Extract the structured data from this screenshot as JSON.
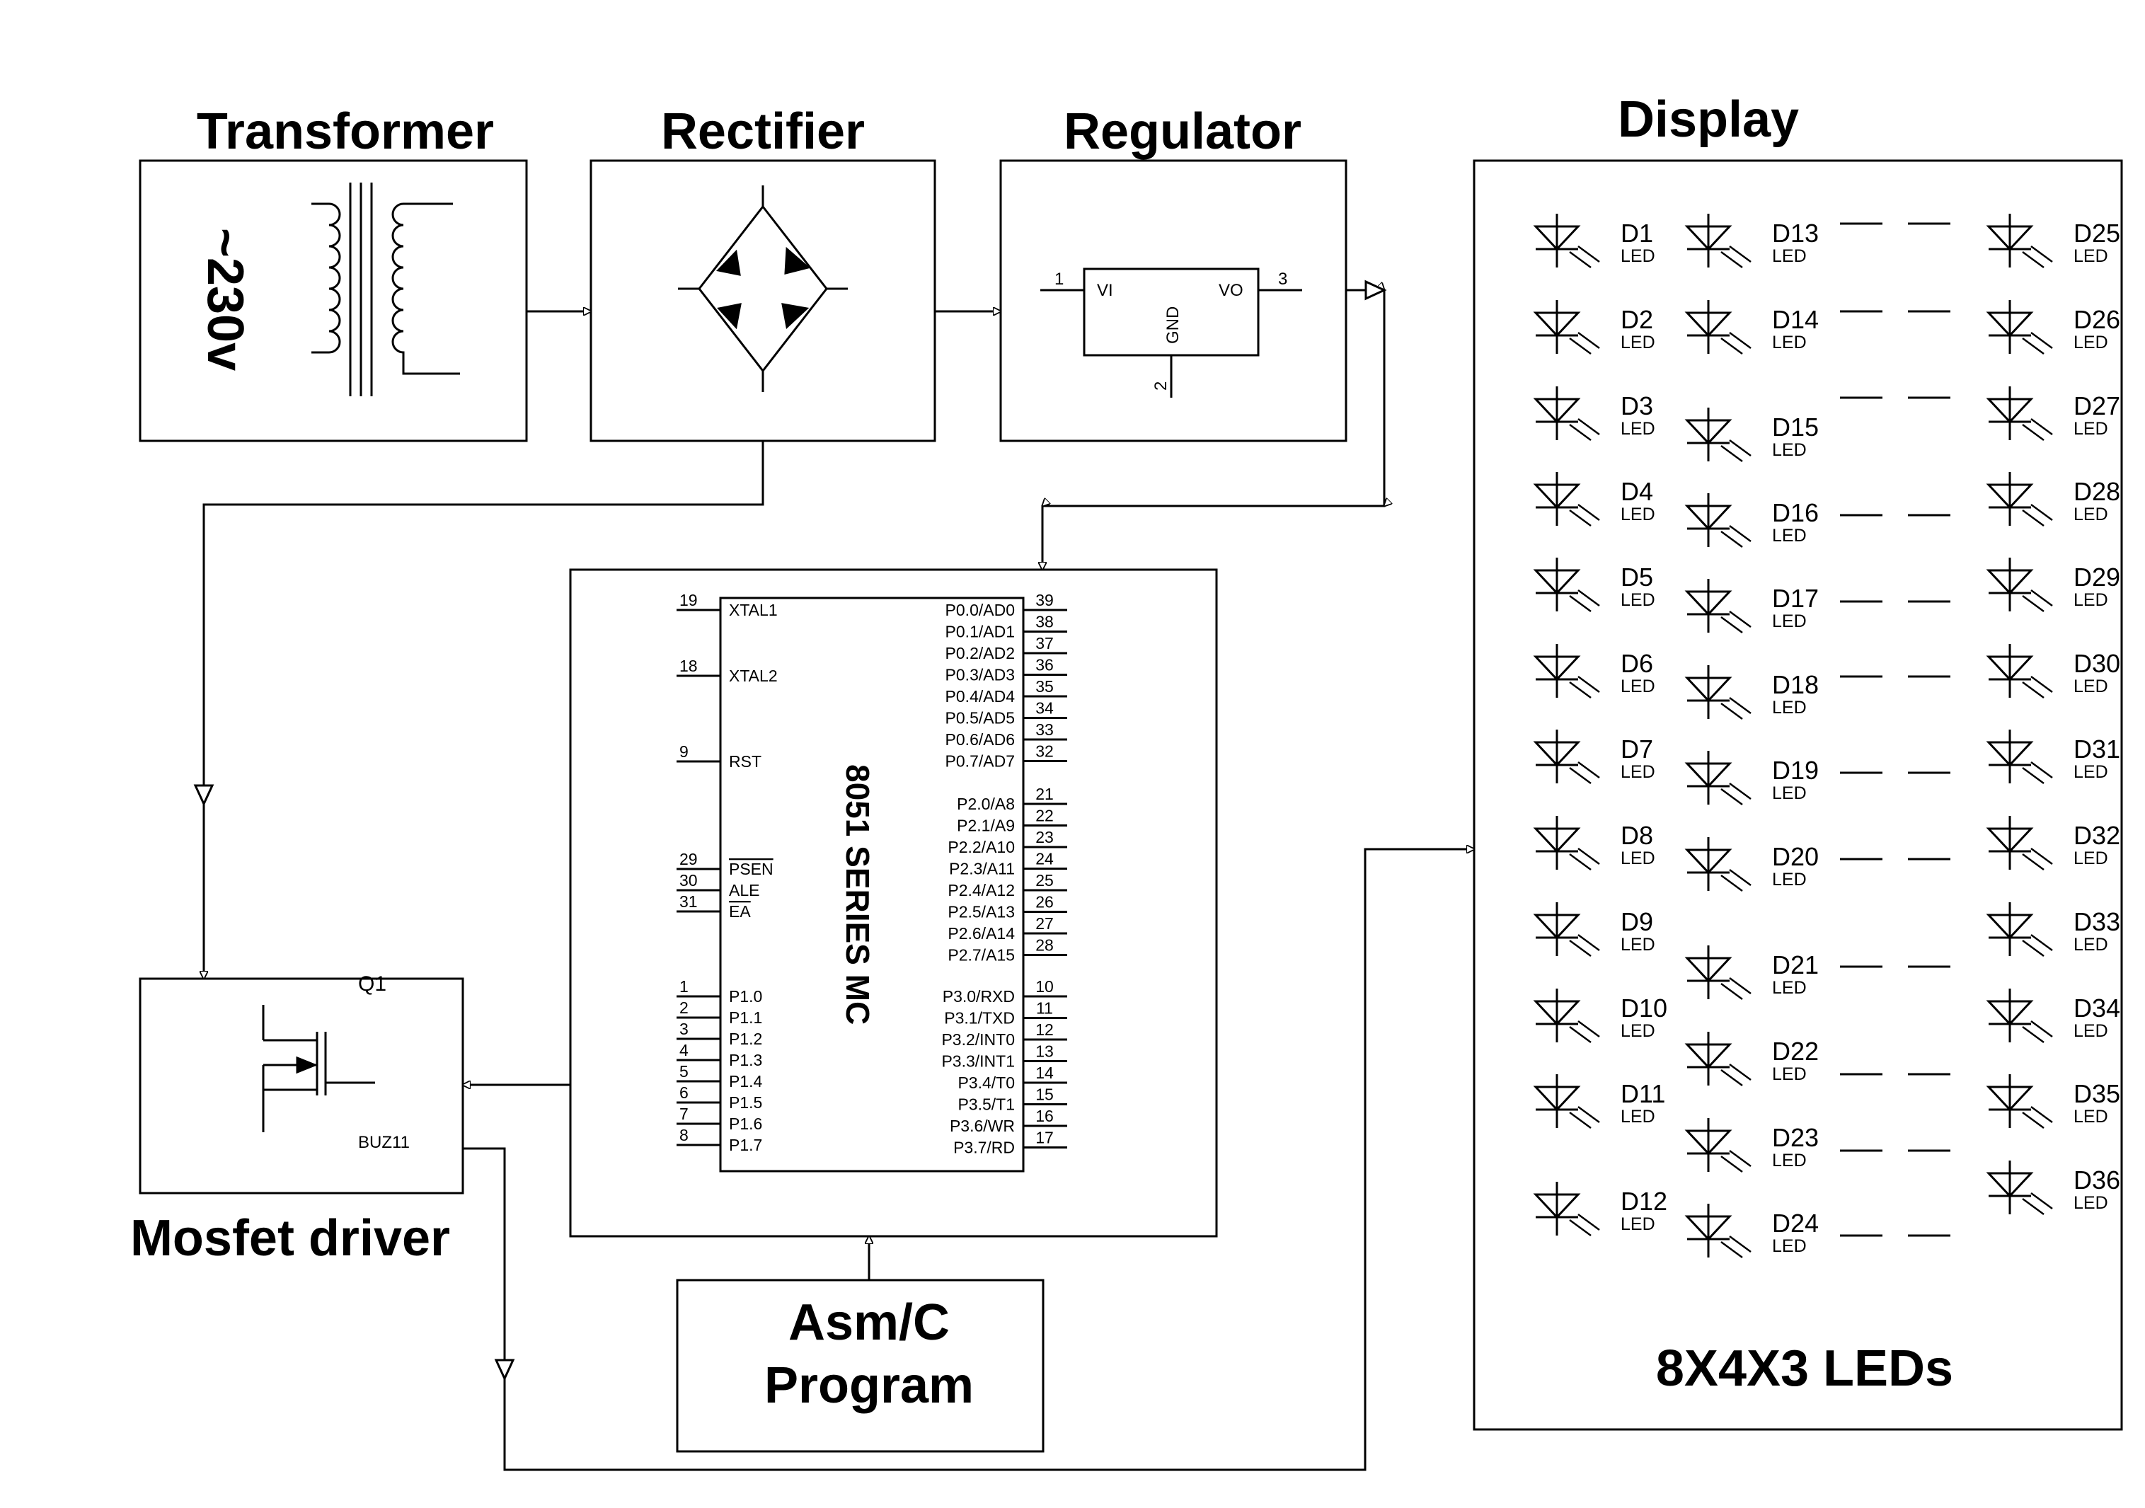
{
  "blocks": {
    "transformer": {
      "title": "Transformer",
      "voltage": "~230v"
    },
    "rectifier": {
      "title": "Rectifier"
    },
    "regulator": {
      "title": "Regulator",
      "pin_vi": "VI",
      "pin_vo": "VO",
      "pin_gnd": "GND",
      "pin1": "1",
      "pin2": "2",
      "pin3": "3"
    },
    "display": {
      "title": "Display",
      "caption": "8X4X3 LEDs"
    },
    "mosfet": {
      "title": "Mosfet driver",
      "ref": "Q1",
      "part": "BUZ11"
    },
    "mcu": {
      "label": "8051 SERIES MC"
    },
    "program": {
      "line1": "Asm/C",
      "line2": "Program"
    }
  },
  "mcu_left_pins": [
    {
      "num": "19",
      "name": "XTAL1"
    },
    {
      "num": "18",
      "name": "XTAL2"
    },
    {
      "num": "9",
      "name": "RST"
    },
    {
      "num": "29",
      "name": "PSEN"
    },
    {
      "num": "30",
      "name": "ALE"
    },
    {
      "num": "31",
      "name": "EA"
    },
    {
      "num": "1",
      "name": "P1.0"
    },
    {
      "num": "2",
      "name": "P1.1"
    },
    {
      "num": "3",
      "name": "P1.2"
    },
    {
      "num": "4",
      "name": "P1.3"
    },
    {
      "num": "5",
      "name": "P1.4"
    },
    {
      "num": "6",
      "name": "P1.5"
    },
    {
      "num": "7",
      "name": "P1.6"
    },
    {
      "num": "8",
      "name": "P1.7"
    }
  ],
  "mcu_right_pins": [
    {
      "num": "39",
      "name": "P0.0/AD0"
    },
    {
      "num": "38",
      "name": "P0.1/AD1"
    },
    {
      "num": "37",
      "name": "P0.2/AD2"
    },
    {
      "num": "36",
      "name": "P0.3/AD3"
    },
    {
      "num": "35",
      "name": "P0.4/AD4"
    },
    {
      "num": "34",
      "name": "P0.5/AD5"
    },
    {
      "num": "33",
      "name": "P0.6/AD6"
    },
    {
      "num": "32",
      "name": "P0.7/AD7"
    },
    {
      "num": "21",
      "name": "P2.0/A8"
    },
    {
      "num": "22",
      "name": "P2.1/A9"
    },
    {
      "num": "23",
      "name": "P2.2/A10"
    },
    {
      "num": "24",
      "name": "P2.3/A11"
    },
    {
      "num": "25",
      "name": "P2.4/A12"
    },
    {
      "num": "26",
      "name": "P2.5/A13"
    },
    {
      "num": "27",
      "name": "P2.6/A14"
    },
    {
      "num": "28",
      "name": "P2.7/A15"
    },
    {
      "num": "10",
      "name": "P3.0/RXD"
    },
    {
      "num": "11",
      "name": "P3.1/TXD"
    },
    {
      "num": "12",
      "name": "P3.2/INT0"
    },
    {
      "num": "13",
      "name": "P3.3/INT1"
    },
    {
      "num": "14",
      "name": "P3.4/T0"
    },
    {
      "num": "15",
      "name": "P3.5/T1"
    },
    {
      "num": "16",
      "name": "P3.6/WR"
    },
    {
      "num": "17",
      "name": "P3.7/RD"
    }
  ],
  "leds": {
    "col1": [
      "D1",
      "D2",
      "D3",
      "D4",
      "D5",
      "D6",
      "D7",
      "D8",
      "D9",
      "D10",
      "D11",
      "D12"
    ],
    "col2": [
      "D13",
      "D14",
      "D15",
      "D16",
      "D17",
      "D18",
      "D19",
      "D20",
      "D21",
      "D22",
      "D23",
      "D24"
    ],
    "col3": [
      "D25",
      "D26",
      "D27",
      "D28",
      "D29",
      "D30",
      "D31",
      "D32",
      "D33",
      "D34",
      "D35",
      "D36"
    ],
    "type_label": "LED"
  }
}
